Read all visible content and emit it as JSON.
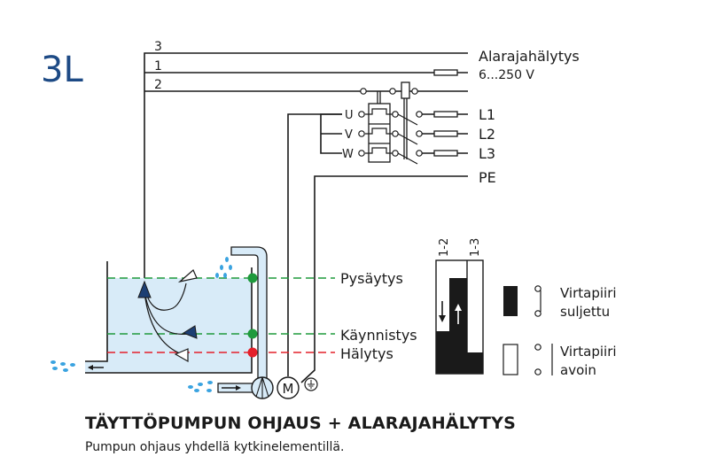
{
  "diagram_code": "3L",
  "wires": {
    "numbers": [
      "3",
      "1",
      "2"
    ]
  },
  "right_labels": {
    "alarm": "Alarajahälytys",
    "voltage": "6...250 V",
    "phases": [
      "L1",
      "L2",
      "L3"
    ],
    "earth": "PE"
  },
  "motor_terminals": [
    "U",
    "V",
    "W"
  ],
  "motor_symbol": "M",
  "levels": [
    {
      "label": "Pysäytys",
      "color": "#1f9a3c",
      "type": "stop"
    },
    {
      "label": "Käynnistys",
      "color": "#1f9a3c",
      "type": "start"
    },
    {
      "label": "Hälytys",
      "color": "#e4202a",
      "type": "alarm"
    }
  ],
  "switch_chart": {
    "columns": [
      "1-2",
      "1-3"
    ]
  },
  "legend": [
    {
      "state": "closed",
      "line1": "Virtapiiri",
      "line2": "suljettu"
    },
    {
      "state": "open",
      "line1": "Virtapiiri",
      "line2": "avoin"
    }
  ],
  "colors": {
    "code_blue": "#1d4a85",
    "water": "#d8ebf8",
    "droplet": "#3aa3e0",
    "float_blue": "#1d3f73",
    "green": "#1f9a3c",
    "red": "#e4202a"
  },
  "title": "TÄYTTÖPUMPUN OHJAUS + ALARAJAHÄLYTYS",
  "subtitle": "Pumpun ohjaus yhdellä kytkinelementillä."
}
